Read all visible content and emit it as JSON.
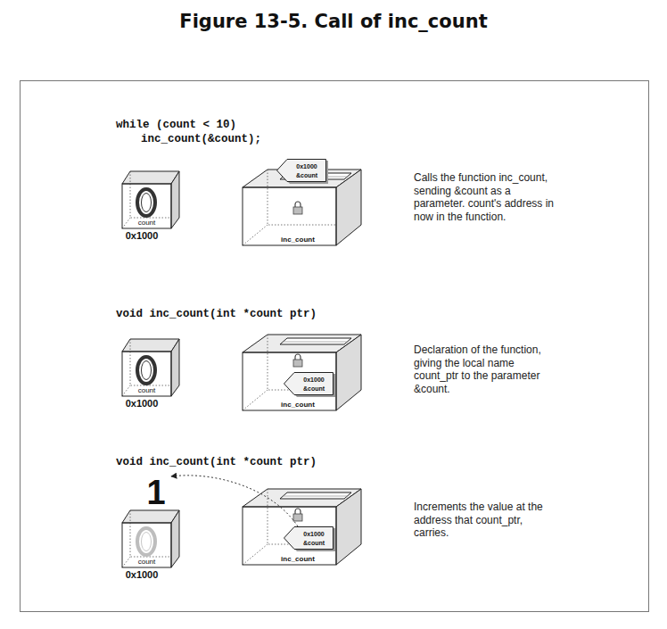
{
  "diagram": {
    "title": "Figure 13-5. Call of inc_count",
    "nodes": [
      {
        "text": [
          "count",
          "0x1000"
        ]
      },
      {
        "text": [
          "inc_count"
        ]
      },
      {
        "text": [
          "0x1000",
          "&count"
        ]
      },
      {
        "text": [
          "count",
          "0x1000"
        ]
      },
      {
        "text": [
          "inc_count"
        ]
      },
      {
        "text": [
          "0x1000",
          "&count"
        ],
        "in": 4
      },
      {
        "text": [
          "1",
          "count",
          "0x1000"
        ]
      },
      {
        "text": [
          "inc_count"
        ]
      },
      {
        "text": [
          "0x1000",
          "&count"
        ],
        "in": 7
      }
    ],
    "edges": [
      {
        "from": 8,
        "to": 6,
        "arrow": "to"
      }
    ],
    "labels": [
      "while (count < 10)",
      "inc_count(&count);",
      "Calls the function inc_count, sending &count as a parameter. count's address in now in the function.",
      "void inc_count(int *count ptr)",
      "Declaration of the function, giving the local name count_ptr to the parameter &count.",
      "void inc_count(int *count ptr)",
      "Increments the value at the address that count_ptr, carries."
    ]
  }
}
